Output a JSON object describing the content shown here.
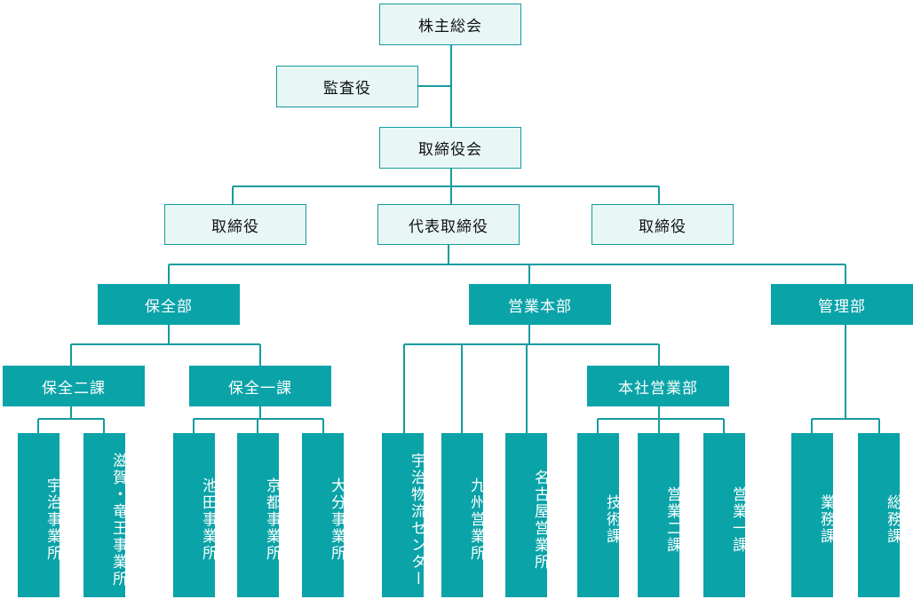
{
  "top": {
    "shareholders": "株主総会",
    "auditor": "監査役",
    "board": "取締役会",
    "director_left": "取締役",
    "ceo": "代表取締役",
    "director_right": "取締役"
  },
  "divisions": {
    "maintenance": "保全部",
    "sales": "営業本部",
    "management": "管理部"
  },
  "sections": {
    "maintenance_2": "保全二課",
    "maintenance_1": "保全一課",
    "head_office_sales": "本社営業部"
  },
  "units": {
    "uji_office": "宇治事業所",
    "shiga_office": "滋賀・竜王事業所",
    "ikeda_office": "池田事業所",
    "kyoto_office": "京都事業所",
    "oita_office": "大分事業所",
    "uji_logistics": "宇治物流センター",
    "kyushu_sales": "九州営業所",
    "nagoya_sales": "名古屋営業所",
    "tech_section": "技術課",
    "sales_2": "営業二課",
    "sales_1": "営業一課",
    "business_section": "業務課",
    "general_affairs": "総務課"
  },
  "colors": {
    "line": "#159c9f",
    "light_box_fill": "#e9f6f6",
    "dark_box_fill": "#0aa3a8"
  }
}
